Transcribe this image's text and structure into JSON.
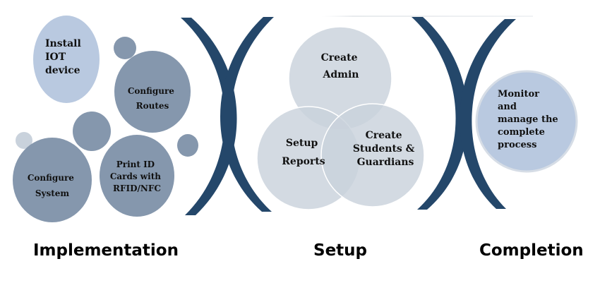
{
  "colors": {
    "bubble_dark": "#8597ad",
    "bubble_light": "#b9c9e0",
    "setup_circle": "#c9d2dc",
    "bracket": "#24476a"
  },
  "implementation": {
    "label": "Implementation",
    "install_iot": [
      "Install",
      "IOT",
      "device"
    ],
    "configure_routes": [
      "Configure",
      "Routes"
    ],
    "configure_system": [
      "Configure",
      "System"
    ],
    "print_id_cards": [
      "Print ID",
      "Cards with",
      "RFID/NFC"
    ]
  },
  "setup": {
    "label": "Setup",
    "create_admin": [
      "Create",
      "Admin"
    ],
    "setup_reports": [
      "Setup",
      "Reports"
    ],
    "create_students": [
      "Create",
      "Students &",
      "Guardians"
    ]
  },
  "completion": {
    "label": "Completion",
    "monitor": [
      "Monitor",
      "and",
      "manage the",
      "complete",
      "process"
    ]
  }
}
